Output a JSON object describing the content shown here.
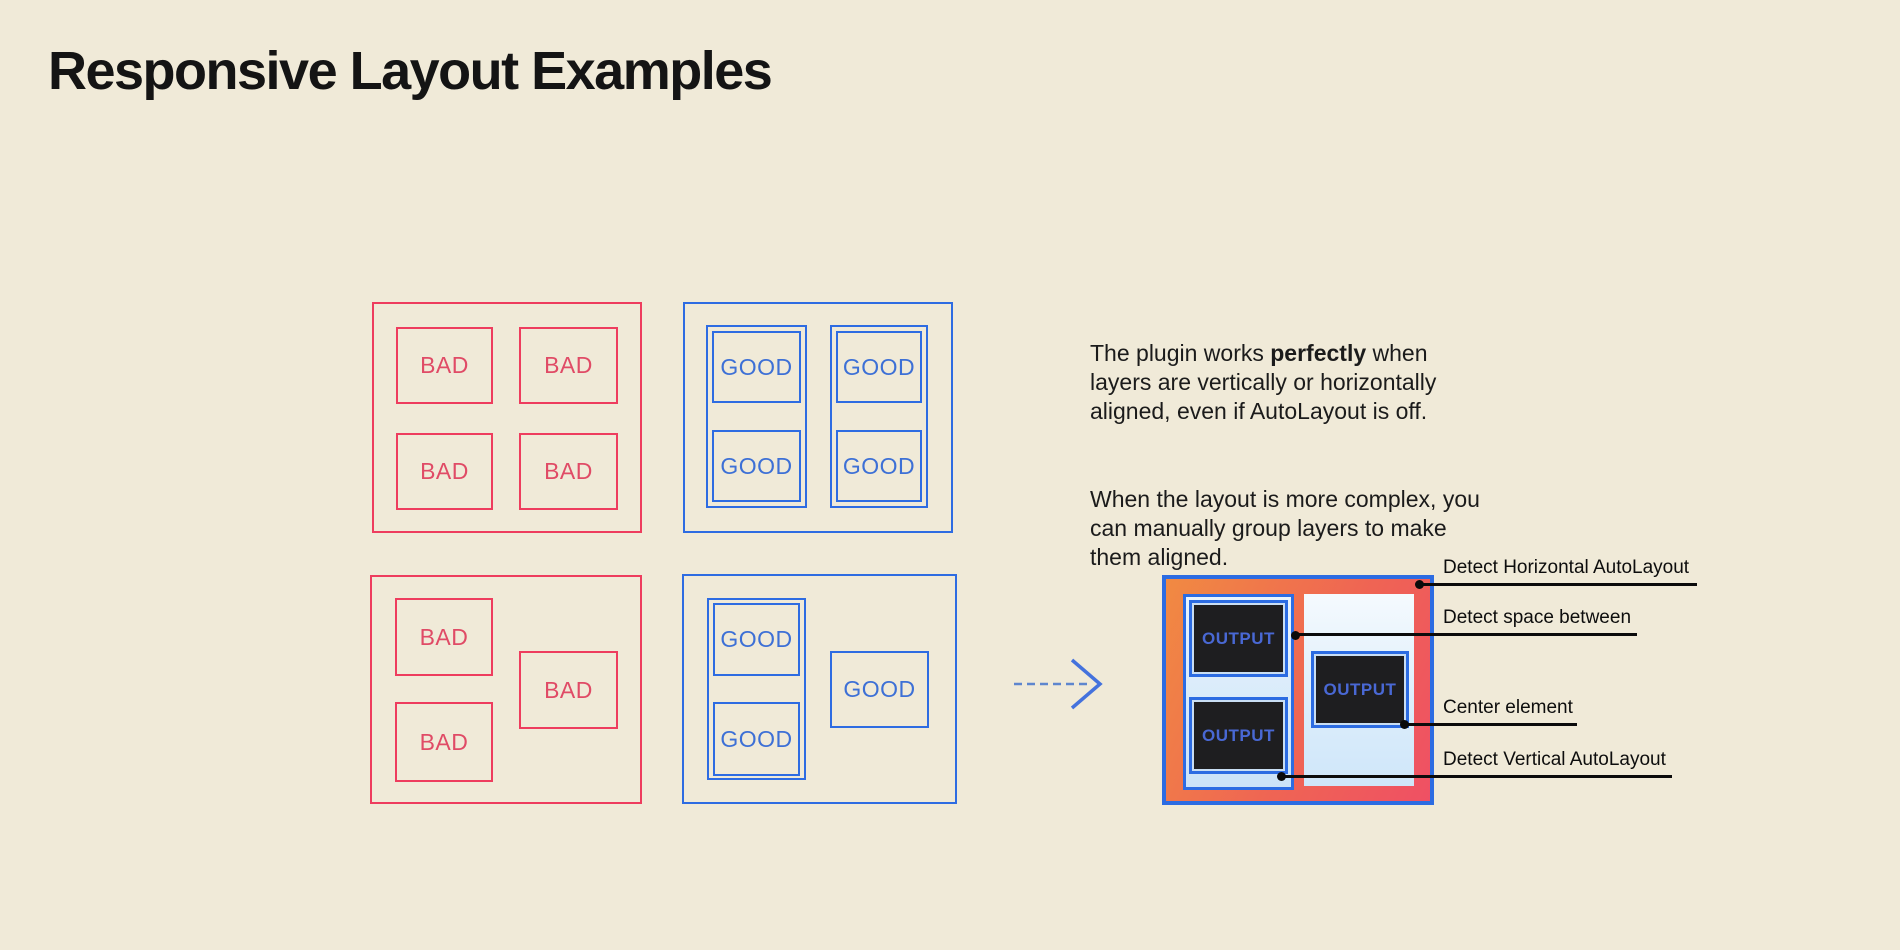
{
  "title": "Responsive Layout Examples",
  "examples": {
    "bad_label": "BAD",
    "good_label": "GOOD",
    "output_label": "OUTPUT"
  },
  "description": {
    "para1_before": "The plugin works ",
    "para1_bold": "perfectly",
    "para1_after": " when\nlayers are vertically or horizontally\naligned, even if AutoLayout is off.",
    "para2": "When the layout is more complex, you\ncan manually group layers to make\nthem aligned."
  },
  "callouts": [
    {
      "label": "Detect Horizontal AutoLayout"
    },
    {
      "label": "Detect space between"
    },
    {
      "label": "Center element"
    },
    {
      "label": "Detect Vertical AutoLayout"
    }
  ],
  "icons": {
    "arrow": "dashed-arrow-right-icon"
  },
  "colors": {
    "background": "#f0ead8",
    "bad_red": "#ee3d5e",
    "good_blue": "#2e6ce2",
    "output_gradient_start": "#f18a42",
    "output_gradient_end": "#ef5064",
    "panel_light_blue": "#d8ebfa",
    "dark_box": "#1e1e20",
    "output_text_blue": "#4968d4",
    "callout_black": "#0b0b0b"
  }
}
